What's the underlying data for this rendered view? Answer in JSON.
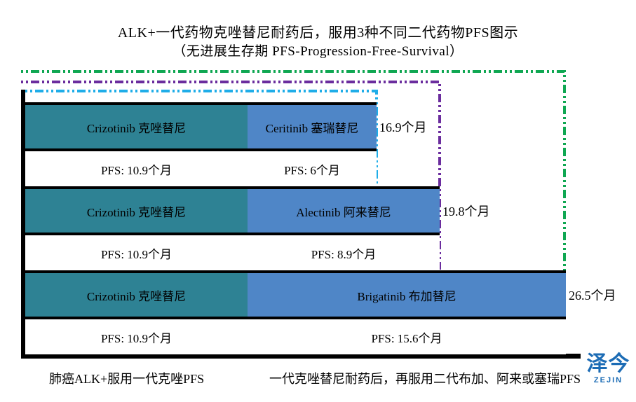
{
  "title": {
    "line1": "ALK+一代药物克唑替尼耐药后，服用3种不同二代药物PFS图示",
    "line2": "（无进展生存期 PFS-Progression-Free-Survival）"
  },
  "colors": {
    "crizotinib_bar": "#2E8294",
    "second_gen_bar": "#4F86C7",
    "green_frame": "#0FA752",
    "purple_frame": "#6B2D9E",
    "cyan_frame": "#1FADE8",
    "logo_blue": "#1C6CB5"
  },
  "chart_data": {
    "type": "bar",
    "orientation": "horizontal",
    "unit": "个月",
    "title": "ALK+一代药物克唑替尼耐药后，服用3种不同二代药物PFS图示",
    "subtitle": "（无进展生存期 PFS-Progression-Free-Survival）",
    "first_line_drug": {
      "name": "Crizotinib 克唑替尼",
      "pfs_months": 10.9
    },
    "rows": [
      {
        "first_drug": "Crizotinib 克唑替尼",
        "first_pfs": "PFS: 10.9个月",
        "first_months": 10.9,
        "second_drug": "Ceritinib 塞瑞替尼",
        "second_pfs": "PFS: 6个月",
        "second_months": 6,
        "total_months": 16.9,
        "total_label": "16.9个月"
      },
      {
        "first_drug": "Crizotinib 克唑替尼",
        "first_pfs": "PFS: 10.9个月",
        "first_months": 10.9,
        "second_drug": "Alectinib 阿来替尼",
        "second_pfs": "PFS: 8.9个月",
        "second_months": 8.9,
        "total_months": 19.8,
        "total_label": "19.8个月"
      },
      {
        "first_drug": "Crizotinib 克唑替尼",
        "first_pfs": "PFS: 10.9个月",
        "first_months": 10.9,
        "second_drug": "Brigatinib 布加替尼",
        "second_pfs": "PFS: 15.6个月",
        "second_months": 15.6,
        "total_months": 26.5,
        "total_label": "26.5个月"
      }
    ]
  },
  "footer": {
    "left_caption": "肺癌ALK+服用一代克唑PFS",
    "right_caption": "一代克唑替尼耐药后，再服用二代布加、阿来或塞瑞PFS"
  },
  "logo": {
    "text": "泽今",
    "subtext": "ZEJIN"
  }
}
